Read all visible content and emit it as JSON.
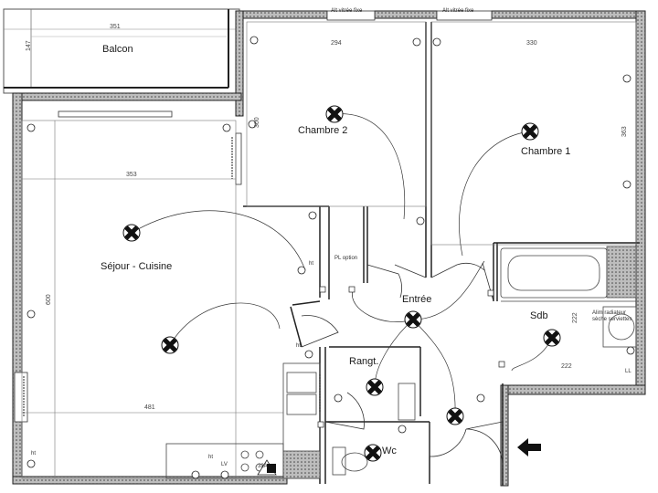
{
  "rooms": {
    "balcon": "Balcon",
    "chambre2": "Chambre 2",
    "chambre1": "Chambre 1",
    "sejour": "Séjour - Cuisine",
    "entree": "Entrée",
    "sdb": "Sdb",
    "rangt": "Rangt.",
    "wc": "Wc"
  },
  "windows": {
    "left": "Alt vitrée fixe",
    "right": "Alt vitrée fixe"
  },
  "dimensions": {
    "balcon_width": "351",
    "balcon_depth": "147",
    "chambre2_width": "294",
    "chambre2_depth": "300",
    "chambre1_width": "330",
    "chambre1_depth": "363",
    "sejour_width_top": "353",
    "sejour_width_bottom": "481",
    "sejour_depth": "600",
    "sdb_depth": "222",
    "sdb_width": "222"
  },
  "annotations": {
    "pl_option": "PL option",
    "alim_radiateur": "Alim radiateur sèche serviettes",
    "disjoncteur": "32A",
    "lv": "LV",
    "ht": "ht",
    "ll": "LL"
  },
  "colors": {
    "wall": "#222222",
    "wall_fill": "#9a9a9a",
    "line": "#333333"
  }
}
